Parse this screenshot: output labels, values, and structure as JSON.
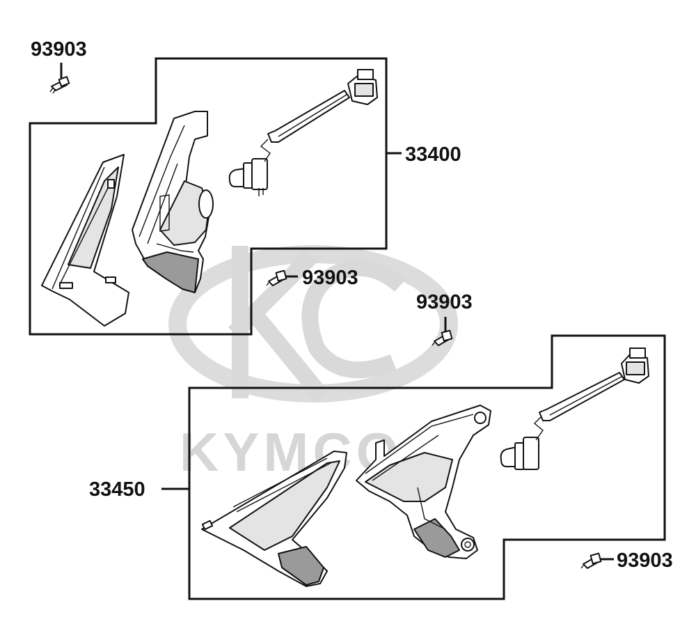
{
  "diagram": {
    "watermark": {
      "brand_text": "KYMCO"
    },
    "labels": [
      {
        "id": "screw-top-left",
        "text": "93903"
      },
      {
        "id": "assembly-upper",
        "text": "33400"
      },
      {
        "id": "screw-middle-left",
        "text": "93903"
      },
      {
        "id": "screw-middle-right",
        "text": "93903"
      },
      {
        "id": "assembly-lower",
        "text": "33450"
      },
      {
        "id": "screw-bottom-right",
        "text": "93903"
      }
    ]
  }
}
